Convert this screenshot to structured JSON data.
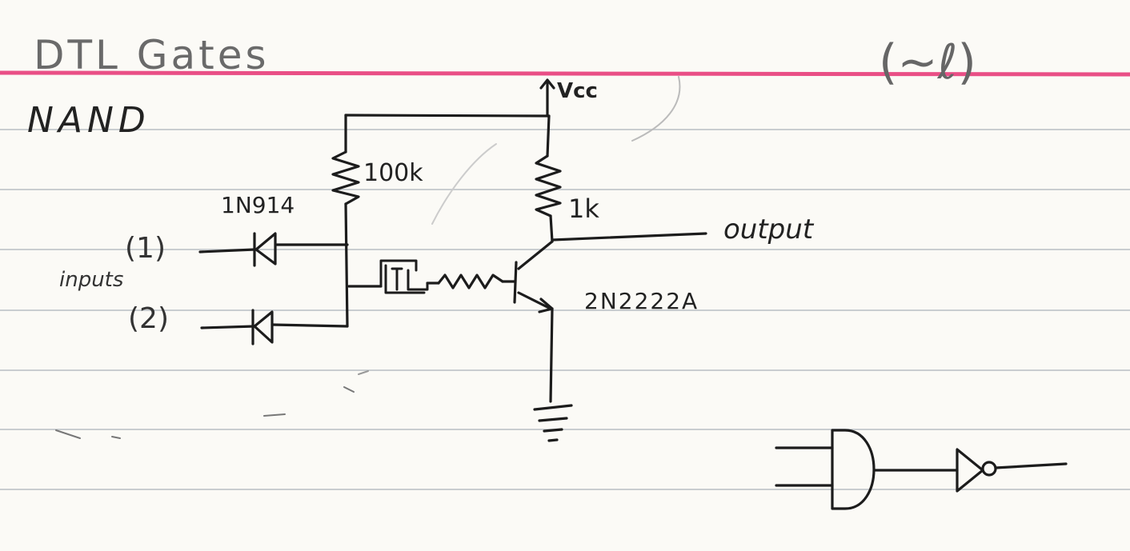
{
  "card": {
    "title": "DTL Gates",
    "note": "(~ℓ)",
    "gate_name": "NAND",
    "ruled_color": "#c9cdd0",
    "header_rule_color": "#e94f86",
    "ink_color": "#1c1c1c",
    "pencil_color": "#555555"
  },
  "circuit": {
    "supply_label": "Vcc",
    "pullup_resistor_label": "100k",
    "collector_resistor_label": "1k",
    "diode_label": "1N914",
    "transistor_label": "2N2222A",
    "output_label": "output",
    "inputs_label": "inputs",
    "input_1_label": "(1)",
    "input_2_label": "(2)"
  },
  "symbol": {
    "gate_shape": "and-gate",
    "inverter_shape": "not-gate"
  }
}
